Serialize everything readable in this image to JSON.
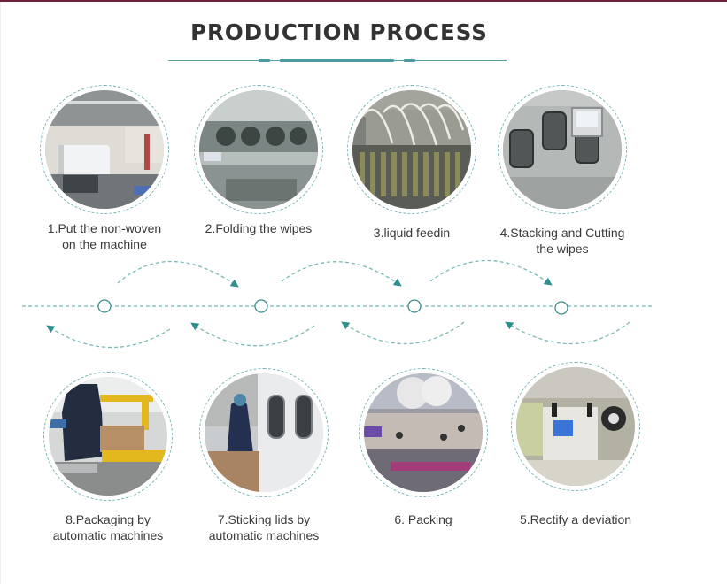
{
  "header": {
    "title": "PRODUCTION PROCESS"
  },
  "colors": {
    "accent": "#4a9aa0",
    "dash": "#74b3b4",
    "title": "#333333",
    "top_bar": "#6b2238"
  },
  "steps": [
    {
      "number": 1,
      "line1": "1.Put the non-woven",
      "line2": "on the machine",
      "image": "non-woven-roll-machine-photo"
    },
    {
      "number": 2,
      "line1": "2.Folding the wipes",
      "line2": "",
      "image": "folding-machine-photo"
    },
    {
      "number": 3,
      "line1": "3.liquid feedin",
      "line2": "",
      "image": "liquid-feeding-tubes-photo"
    },
    {
      "number": 4,
      "line1": "4.Stacking and Cutting",
      "line2": "the wipes",
      "image": "stacking-cutting-machine-photo"
    },
    {
      "number": 5,
      "line1": "5.Rectify a deviation",
      "line2": "",
      "image": "deviation-rectifier-photo"
    },
    {
      "number": 6,
      "line1": "6. Packing",
      "line2": "",
      "image": "packing-machine-photo"
    },
    {
      "number": 7,
      "line1": "7.Sticking lids by",
      "line2": "automatic machines",
      "image": "lid-sticking-machine-photo"
    },
    {
      "number": 8,
      "line1": "8.Packaging by",
      "line2": "automatic machines",
      "image": "carton-packaging-machine-photo"
    }
  ],
  "flow": {
    "top_row_direction": "left-to-right",
    "bottom_row_direction": "right-to-left",
    "node_count": 4
  }
}
